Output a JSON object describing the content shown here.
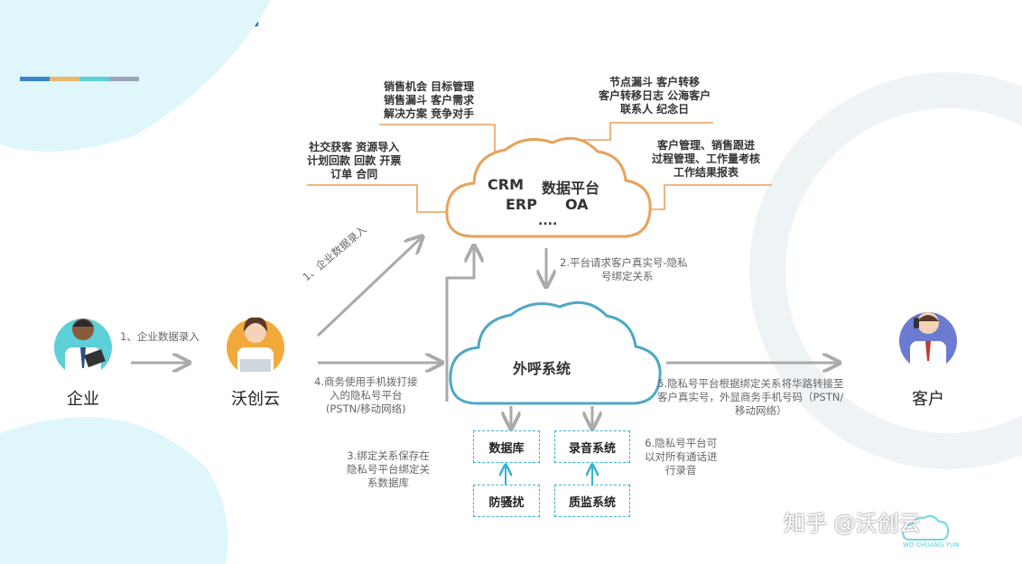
{
  "title": "智能外呼打通销售管理系统",
  "accent_bars": [
    "#3a86c8",
    "#e8b86d",
    "#5ccfd8",
    "#9aa6b8"
  ],
  "data_cloud": {
    "line1_left": "CRM",
    "line1_right": "数据平台",
    "line2_left": "ERP",
    "line2_right": "OA",
    "line3": "....",
    "color": "#e8a25c"
  },
  "call_cloud": {
    "label": "外呼系统",
    "color": "#4fa8c4"
  },
  "feature_tags": {
    "top_left": [
      "销售机会   目标管理",
      "销售漏斗   客户需求",
      "解决方案   竞争对手"
    ],
    "mid_left": [
      "社交获客   资源导入",
      "计划回款   回款   开票",
      "订单   合同"
    ],
    "top_right": [
      "节点漏斗   客户转移",
      "客户转移日志   公海客户",
      "联系人   纪念日"
    ],
    "mid_right": [
      "客户管理、销售跟进",
      "过程管理、工作量考核",
      "工作结果报表"
    ]
  },
  "actors": {
    "enterprise": "企业",
    "wochuangyun": "沃创云",
    "customer": "客户"
  },
  "steps": {
    "step1_horizontal": "1、企业数据录入",
    "step1_diagonal": "1、企业数据录入",
    "step2": [
      "2.平台请求客户真实号-隐私",
      "号绑定关系"
    ],
    "step3": [
      "3.绑定关系保存在",
      "隐私号平台绑定关",
      "系数据库"
    ],
    "step4": [
      "4.商务使用手机拨打接",
      "入的隐私号平台",
      "(PSTN/移动网络)"
    ],
    "step5": [
      "5.隐私号平台根据绑定关系将华路转接至",
      "客户真实号，外显商务手机号码（PSTN/",
      "移动网络）"
    ],
    "step6": [
      "6.隐私号平台可",
      "以对所有通话进",
      "行录音"
    ]
  },
  "subsystems": {
    "database": "数据库",
    "recording": "录音系统",
    "anti_harass": "防骚扰",
    "quality": "质监系统"
  },
  "watermark": {
    "text": "知乎 @沃创云",
    "logo_sub": "WO CHUANG YUN"
  }
}
